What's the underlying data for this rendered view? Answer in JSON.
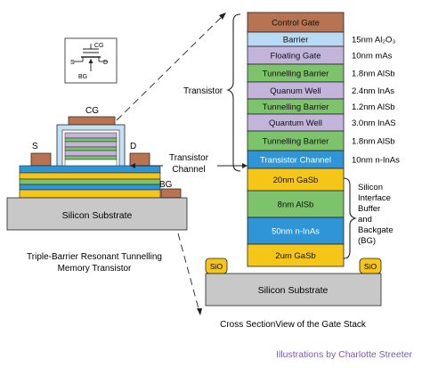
{
  "stack": {
    "layers": [
      {
        "label": "Control Gate",
        "spec": "",
        "fill": "#b87352"
      },
      {
        "label": "Barrier",
        "spec": "15nm Al₂O₃",
        "fill": "#b9daf2"
      },
      {
        "label": "Floating Gate",
        "spec": "10nm mAs",
        "fill": "#c3b4dc"
      },
      {
        "label": "Tunnelling Barrier",
        "spec": "1.8nm AlSb",
        "fill": "#7cc36b"
      },
      {
        "label": "Quanum Well",
        "spec": "2.4nm InAs",
        "fill": "#c3b4dc"
      },
      {
        "label": "Tunnelling Barrier",
        "spec": "1.2nm AlSb",
        "fill": "#7cc36b"
      },
      {
        "label": "Quantum Well",
        "spec": "3.0nm InAS",
        "fill": "#c3b4dc"
      },
      {
        "label": "Tunnelling Barrier",
        "spec": "1.8nm AlSb",
        "fill": "#7cc36b"
      },
      {
        "label": "Transistor Channel",
        "spec": "10nm n-InAs",
        "fill": "#2f95d6"
      },
      {
        "label": "20nm GaSb",
        "spec": "",
        "fill": "#f5c518"
      },
      {
        "label": "8nm AlSb",
        "spec": "",
        "fill": "#7cc36b"
      },
      {
        "label": "50nm n-InAs",
        "spec": "",
        "fill": "#2f95d6"
      },
      {
        "label": "2um GaSb",
        "spec": "",
        "fill": "#f5c518"
      }
    ],
    "substrate": "Silicon Substrate",
    "sio_left": "SiO",
    "sio_right": "SiO"
  },
  "annotations": {
    "transistor": "Transistor",
    "channel_line1": "Transistor",
    "channel_line2": "Channel",
    "buffer_lines": [
      "Silicon",
      "Interface",
      "Buffer",
      "and",
      "Backgate",
      "(BG)"
    ]
  },
  "device": {
    "cg": "CG",
    "s": "S",
    "d": "D",
    "bg": "BG",
    "substrate": "Silicon Substrate",
    "caption_line1": "Triple-Barrier Resonant Tunnelling",
    "caption_line2": "Memory Transistor"
  },
  "symbol": {
    "cg": "CG",
    "s": "S",
    "d": "D",
    "bg": "BG"
  },
  "captions": {
    "stack": "Cross SectionView of the Gate Stack",
    "credit": "Illustrations by Charlotte Streeter"
  },
  "colors": {
    "gold": "#f5c518",
    "blue": "#2f95d6",
    "green": "#7cc36b",
    "lavender": "#c3b4dc",
    "brown": "#b87352",
    "substrate": "#c8c8c8",
    "credit": "#7a5aa8"
  }
}
